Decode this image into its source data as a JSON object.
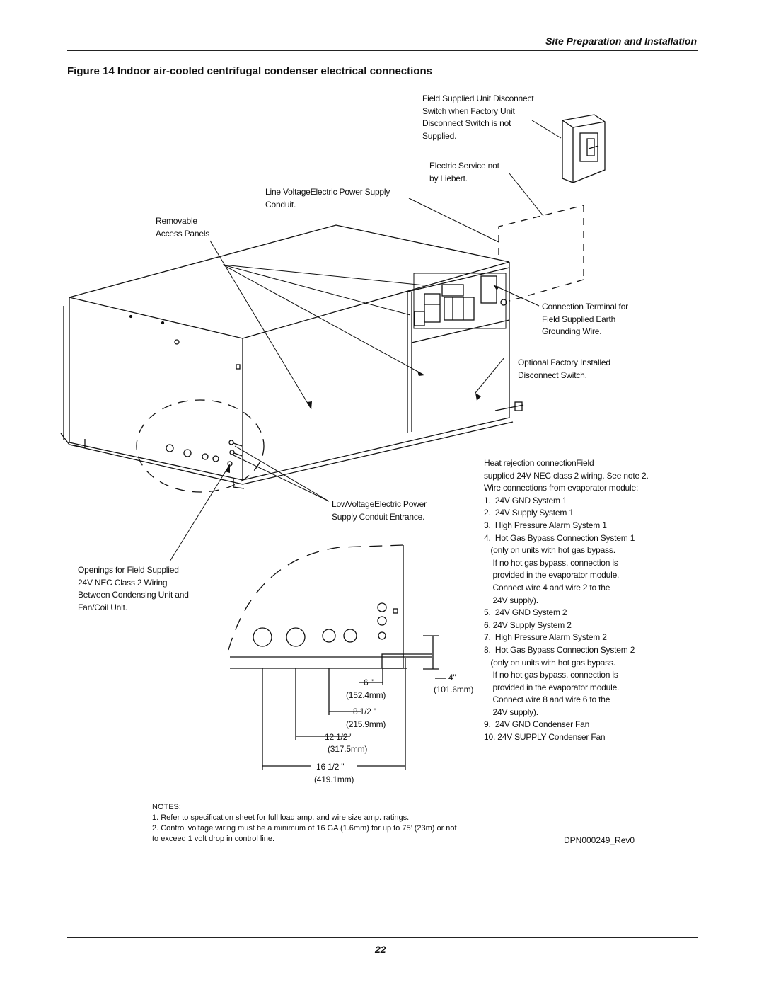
{
  "header": {
    "section": "Site Preparation and Installation"
  },
  "figure": {
    "title": "Figure 14 Indoor air-cooled centrifugal condenser electrical connections"
  },
  "callouts": {
    "disconnect_switch": [
      "Field Supplied Unit Disconnect",
      "Switch when Factory Unit",
      "Disconnect Switch is not",
      "Supplied."
    ],
    "electric_service": [
      "Electric Service not",
      "by Liebert."
    ],
    "line_voltage": [
      "Line VoltageElectric Power Supply",
      "Conduit."
    ],
    "access_panels": [
      "Removable",
      "Access Panels"
    ],
    "ground_terminal": [
      "Connection Terminal for",
      "Field Supplied Earth",
      "Grounding Wire."
    ],
    "factory_disconnect": [
      "Optional Factory Installed",
      "Disconnect Switch."
    ],
    "low_voltage": [
      "LowVoltageElectric Power",
      "Supply Conduit Entrance."
    ],
    "field_openings": [
      "Openings for  Field Supplied",
      "24V NEC Class 2 Wiring",
      "Between Condensing Unit and",
      "Fan/Coil Unit."
    ],
    "heat_rejection_intro": [
      "Heat rejection connectionField",
      "supplied 24V NEC class 2 wiring. See note 2.",
      "Wire connections from evaporator module:"
    ]
  },
  "wire_list": [
    "1.  24V GND System 1",
    "2.  24V Supply System 1",
    "3.  High Pressure Alarm System 1",
    "4.  Hot Gas Bypass Connection System 1",
    "   (only on units with hot gas bypass.",
    "    If no hot gas bypass, connection is",
    "    provided in the evaporator module.",
    "    Connect wire 4 and wire 2 to the",
    "    24V supply).",
    "5.  24V GND System 2",
    "6. 24V Supply System 2",
    "7.  High Pressure Alarm System 2",
    "8.  Hot Gas Bypass Connection System 2",
    "   (only on units with hot gas bypass.",
    "    If no hot gas bypass, connection is",
    "    provided in the evaporator module.",
    "    Connect wire 8 and wire 6 to the",
    "    24V supply).",
    "9.  24V GND Condenser Fan",
    "10. 24V SUPPLY Condenser Fan"
  ],
  "dimensions": {
    "d6": {
      "inch": "6  \"",
      "mm": "(152.4mm)"
    },
    "d85": {
      "inch": "8 1/2  \"",
      "mm": "(215.9mm)"
    },
    "d125": {
      "inch": "12 1/2  \"",
      "mm": "(317.5mm)"
    },
    "d165": {
      "inch": "16 1/2  \"",
      "mm": "(419.1mm)"
    },
    "d4": {
      "inch": "4\"",
      "mm": "(101.6mm)"
    }
  },
  "notes": [
    "NOTES:",
    "1. Refer to specification sheet for full load amp. and wire size amp. ratings.",
    "2. Control voltage wiring must be a minimum of 16 GA (1.6mm) for up to 75’ (23m) or not",
    "    to exceed 1 volt drop in control line."
  ],
  "doc_id": "DPN000249_Rev0",
  "page_number": "22"
}
